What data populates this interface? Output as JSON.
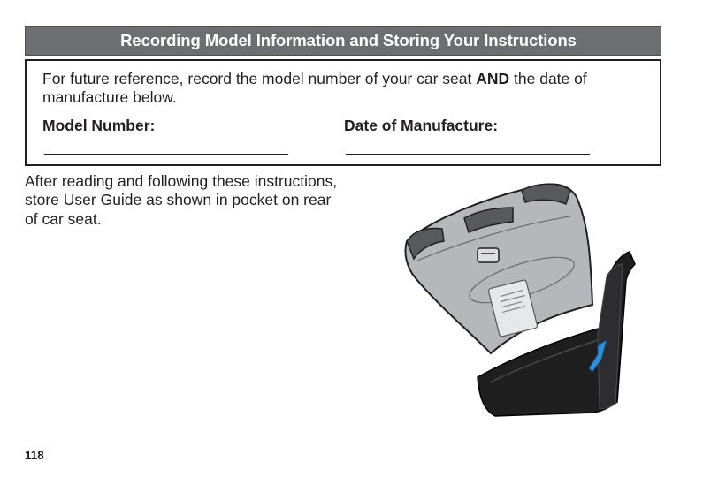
{
  "header": {
    "title": "Recording Model Information and Storing Your Instructions"
  },
  "record_box": {
    "intro_before": "For future reference, record the model number of your car seat ",
    "intro_emphasis": "AND",
    "intro_after": " the date of manufacture below.",
    "model_number_label": "Model Number:",
    "date_of_manufacture_label": "Date of Manufacture:"
  },
  "storage": {
    "instructions": "After reading and following these instructions, store User Guide as shown in pocket on rear of car seat."
  },
  "illustration": {
    "subject": "rear view of car seat with user guide in rear pocket",
    "colors": {
      "shell": "#b5b7ba",
      "shell_outline": "#231f20",
      "base": "#1f1f20",
      "base_highlight": "#4a4a4c",
      "accent": "#2f8fd8",
      "label_panel": "#e6e7e8"
    }
  },
  "footer": {
    "page_number": "118"
  }
}
